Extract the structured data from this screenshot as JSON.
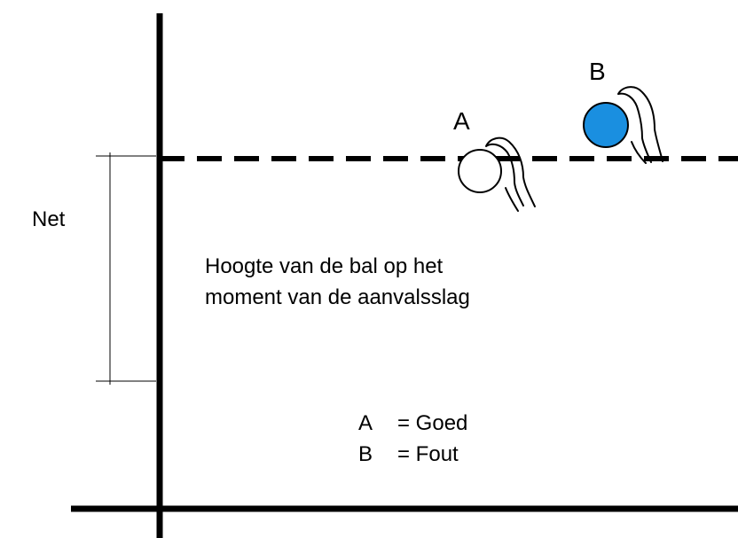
{
  "net_label": "Net",
  "caption": {
    "line1": "Hoogte van de bal op het",
    "line2": "moment van de aanvalsslag"
  },
  "balls": [
    {
      "letter": "A",
      "fill": "#ffffff"
    },
    {
      "letter": "B",
      "fill": "#1a8fe0"
    }
  ],
  "legend": [
    {
      "letter": "A",
      "text": "= Goed"
    },
    {
      "letter": "B",
      "text": "= Fout"
    }
  ],
  "colors": {
    "line": "#000000",
    "ball_b": "#1a8fe0"
  }
}
